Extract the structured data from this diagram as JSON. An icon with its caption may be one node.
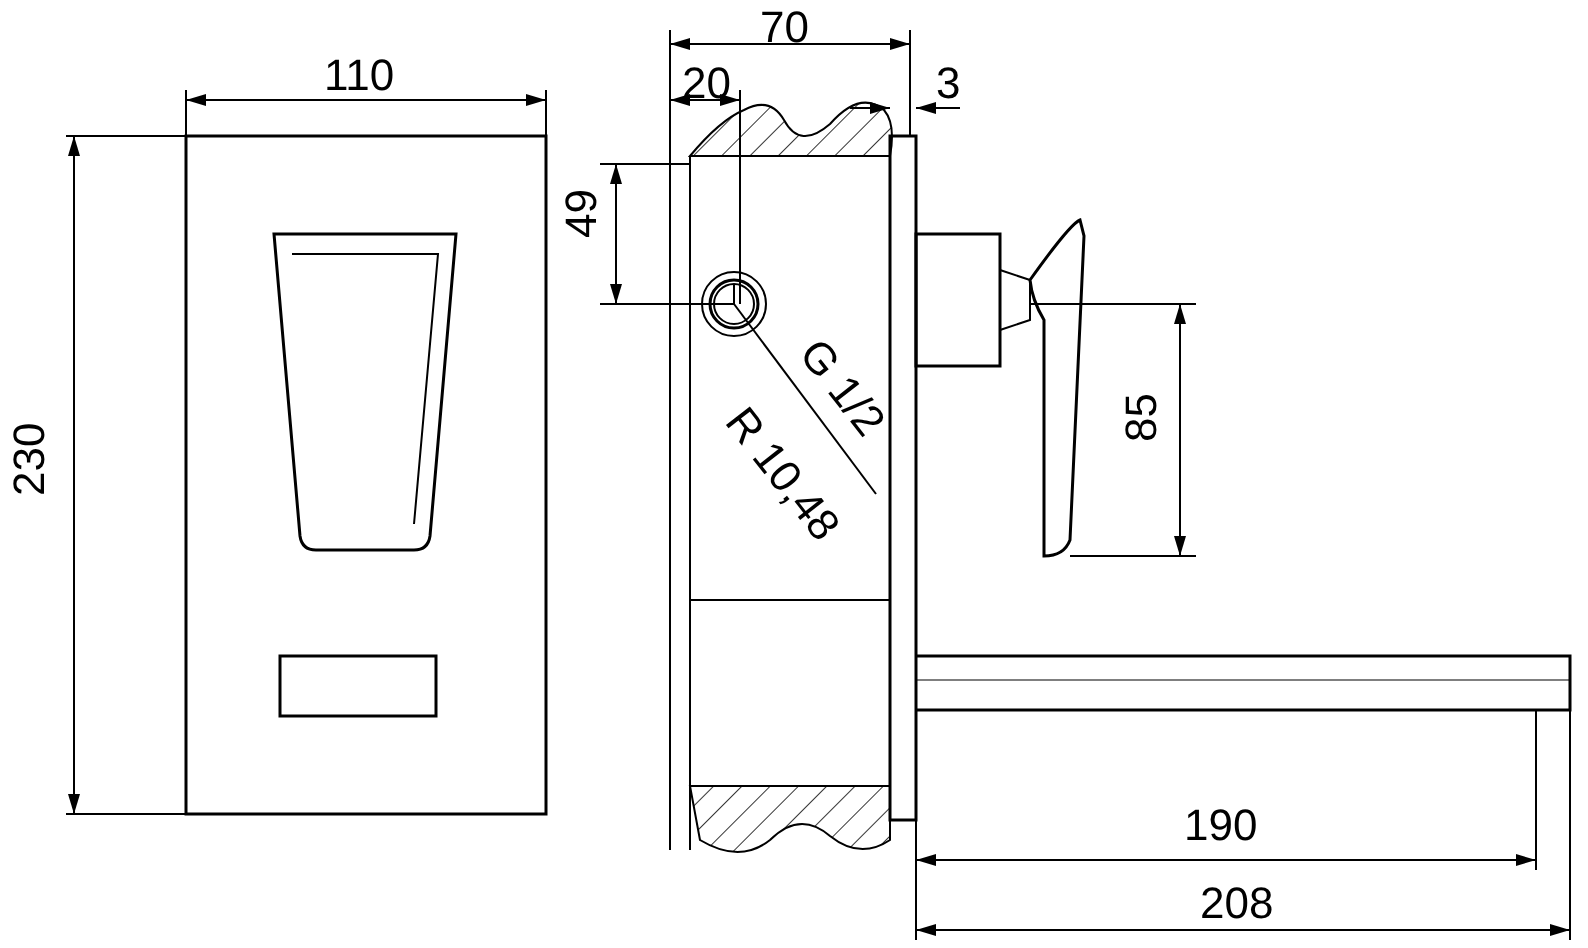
{
  "diagram": {
    "labels": [
      "70",
      "110",
      "20",
      "3",
      "49",
      "G 1/2",
      "R 10,48",
      "230",
      "85",
      "190",
      "208"
    ]
  }
}
